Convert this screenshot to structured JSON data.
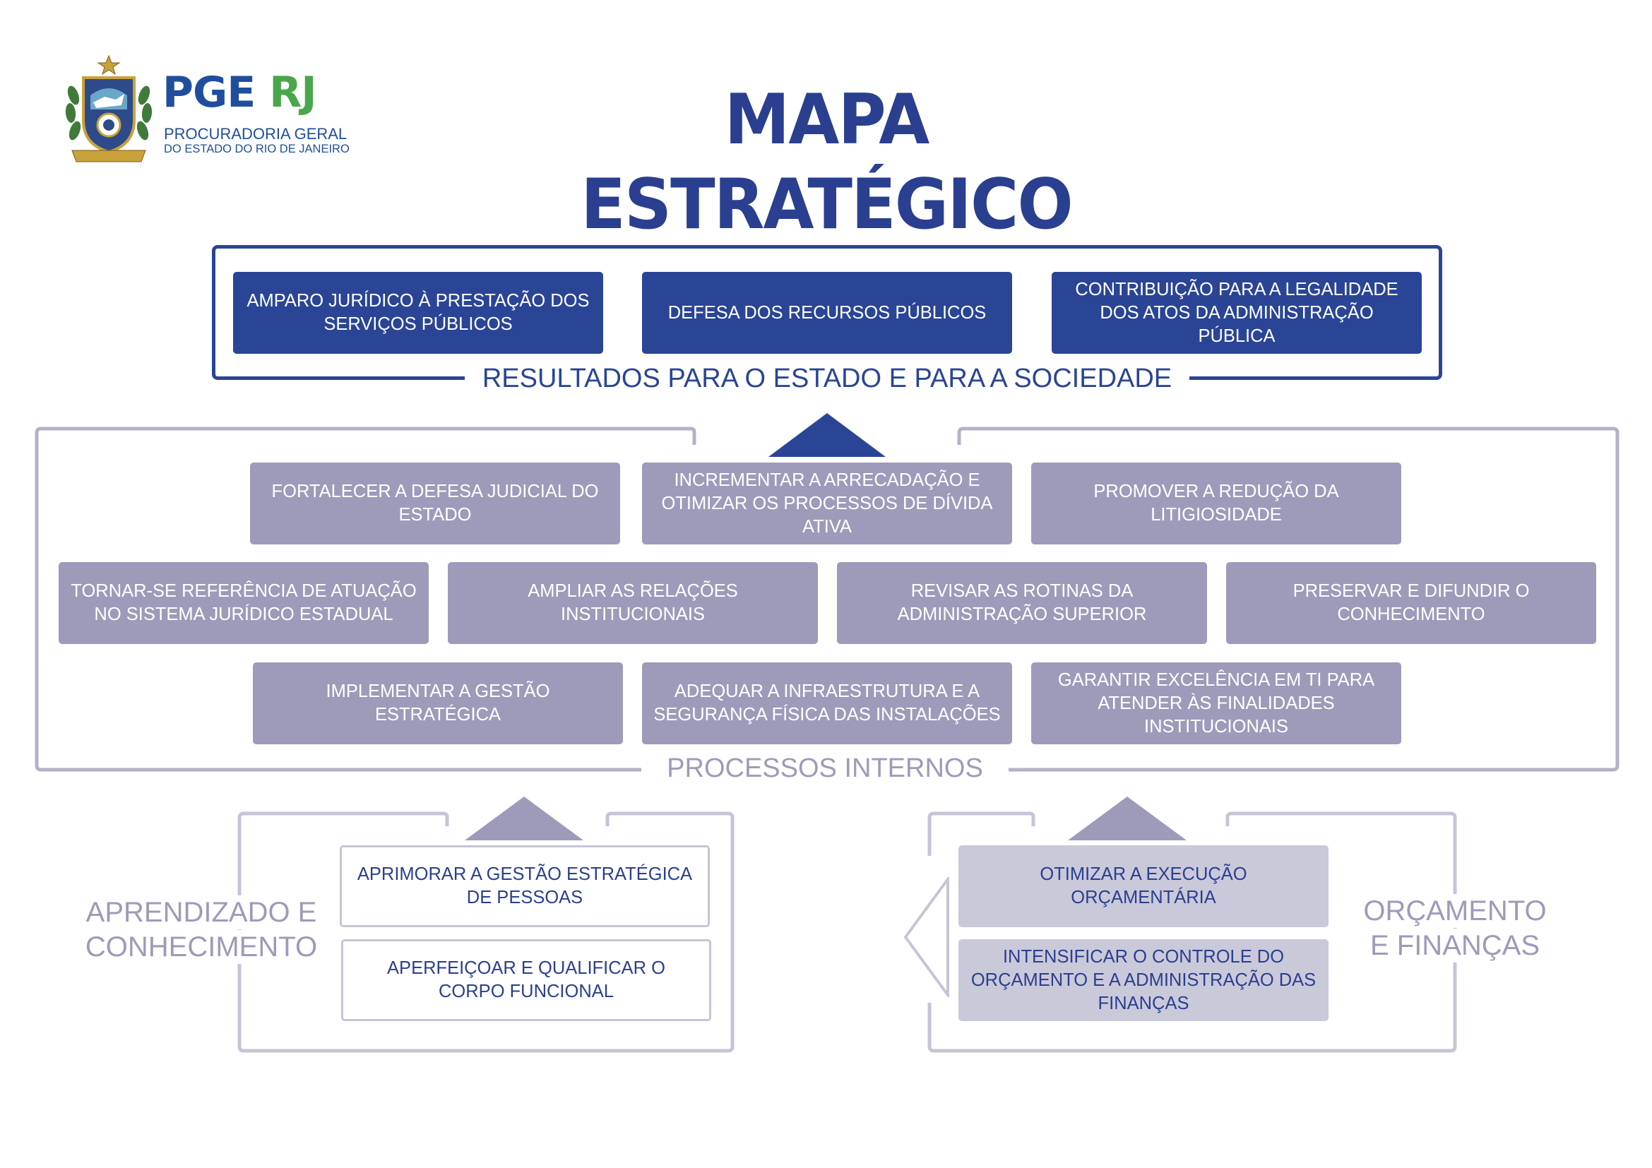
{
  "logo": {
    "pge": "PGE",
    "rj": "RJ",
    "line1": "PROCURADORIA GERAL",
    "line2": "DO ESTADO DO RIO DE JANEIRO",
    "seal_icon": "coat-of-arms-seal-icon"
  },
  "title": "MAPA ESTRATÉGICO",
  "results": {
    "label": "RESULTADOS PARA O ESTADO E PARA A SOCIEDADE",
    "items": [
      "AMPARO JURÍDICO À PRESTAÇÃO DOS SERVIÇOS PÚBLICOS",
      "DEFESA DOS RECURSOS PÚBLICOS",
      "CONTRIBUIÇÃO PARA A LEGALIDADE DOS ATOS DA ADMINISTRAÇÃO PÚBLICA"
    ]
  },
  "internal": {
    "label": "PROCESSOS INTERNOS",
    "row1": [
      "FORTALECER A DEFESA JUDICIAL DO ESTADO",
      "INCREMENTAR A ARRECADAÇÃO E OTIMIZAR OS PROCESSOS DE DÍVIDA ATIVA",
      "PROMOVER A REDUÇÃO DA LITIGIOSIDADE"
    ],
    "row2": [
      "TORNAR-SE REFERÊNCIA DE ATUAÇÃO NO SISTEMA JURÍDICO ESTADUAL",
      "AMPLIAR AS RELAÇÕES INSTITUCIONAIS",
      "REVISAR AS ROTINAS DA ADMINISTRAÇÃO SUPERIOR",
      "PRESERVAR E DIFUNDIR O CONHECIMENTO"
    ],
    "row3": [
      "IMPLEMENTAR A GESTÃO ESTRATÉGICA",
      "ADEQUAR A INFRAESTRUTURA E A SEGURANÇA FÍSICA DAS INSTALAÇÕES",
      "GARANTIR EXCELÊNCIA EM TI PARA ATENDER ÀS FINALIDADES INSTITUCIONAIS"
    ]
  },
  "learning": {
    "label_line1": "APRENDIZADO E",
    "label_line2": "CONHECIMENTO",
    "items": [
      "APRIMORAR A GESTÃO ESTRATÉGICA DE PESSOAS",
      "APERFEIÇOAR E QUALIFICAR O CORPO FUNCIONAL"
    ]
  },
  "budget": {
    "label_line1": "ORÇAMENTO",
    "label_line2": "E FINANÇAS",
    "items": [
      "OTIMIZAR A EXECUÇÃO ORÇAMENTÁRIA",
      "INTENSIFICAR O CONTROLE DO ORÇAMENTO E A ADMINISTRAÇÃO DAS FINANÇAS"
    ]
  },
  "colors": {
    "dark_blue": "#2a4596",
    "grey_purple": "#9d9bb9",
    "light_purple": "#cac9da",
    "green": "#4aa64a"
  }
}
